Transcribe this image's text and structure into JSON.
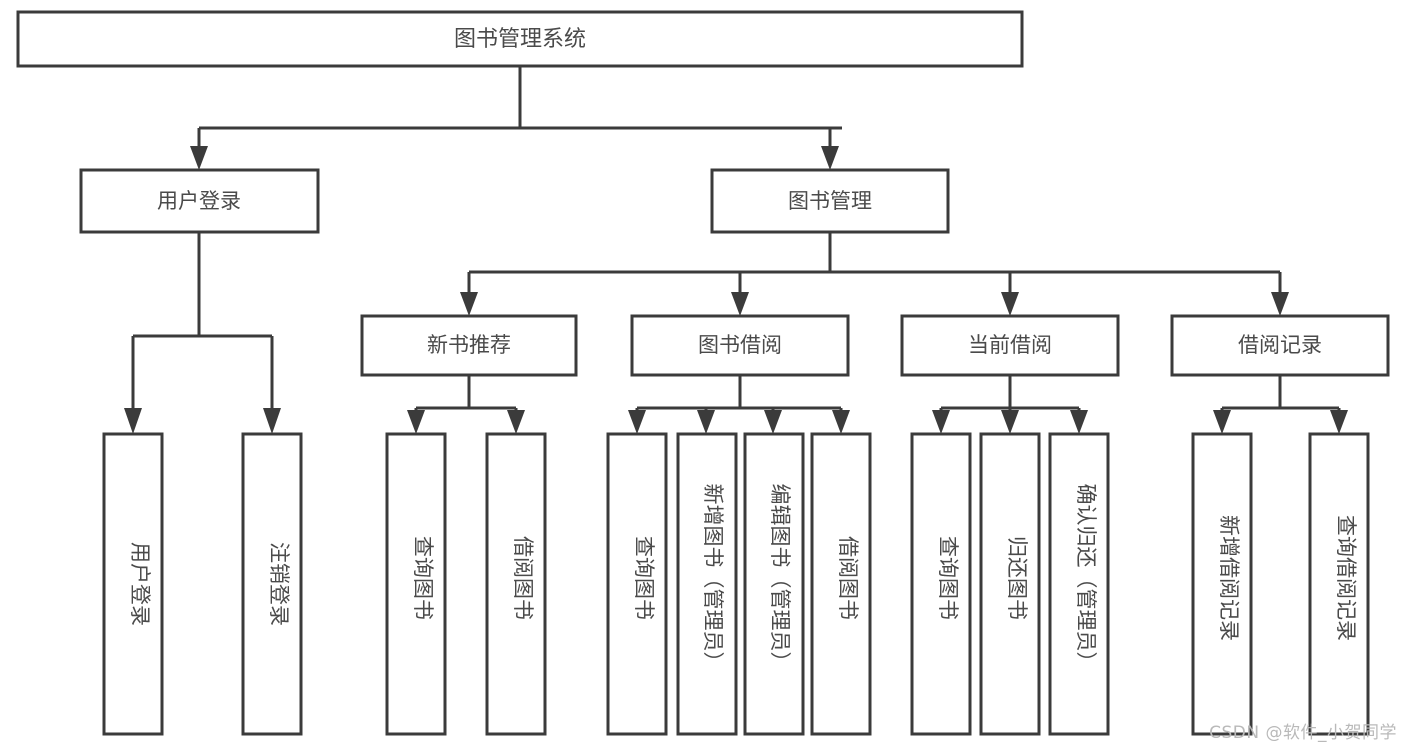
{
  "diagram": {
    "title": "图书管理系统",
    "type": "tree-hierarchy-diagram",
    "orientation": "top-down",
    "colors": {
      "box_fill": "#ffffff",
      "box_stroke": "#3b3b3b",
      "text": "#4a4a4a",
      "background": "#ffffff",
      "watermark": "#b9b9b9"
    },
    "root": {
      "label": "图书管理系统"
    },
    "level2": [
      {
        "label": "用户登录"
      },
      {
        "label": "图书管理"
      }
    ],
    "level3": [
      {
        "label": "新书推荐"
      },
      {
        "label": "图书借阅"
      },
      {
        "label": "当前借阅"
      },
      {
        "label": "借阅记录"
      }
    ],
    "leaves": {
      "user_login": [
        {
          "label": "用户登录"
        },
        {
          "label": "注销登录"
        }
      ],
      "new_book_recommend": [
        {
          "label": "查询图书"
        },
        {
          "label": "借阅图书"
        }
      ],
      "book_borrow": [
        {
          "label": "查询图书"
        },
        {
          "label": "新增图书（管理员）"
        },
        {
          "label": "编辑图书（管理员）"
        },
        {
          "label": "借阅图书"
        }
      ],
      "current_borrow": [
        {
          "label": "查询图书"
        },
        {
          "label": "归还图书"
        },
        {
          "label": "确认归还（管理员）"
        }
      ],
      "borrow_records": [
        {
          "label": "新增借阅记录"
        },
        {
          "label": "查询借阅记录"
        }
      ]
    }
  },
  "watermark": {
    "text": "CSDN @软件_小贺同学"
  }
}
